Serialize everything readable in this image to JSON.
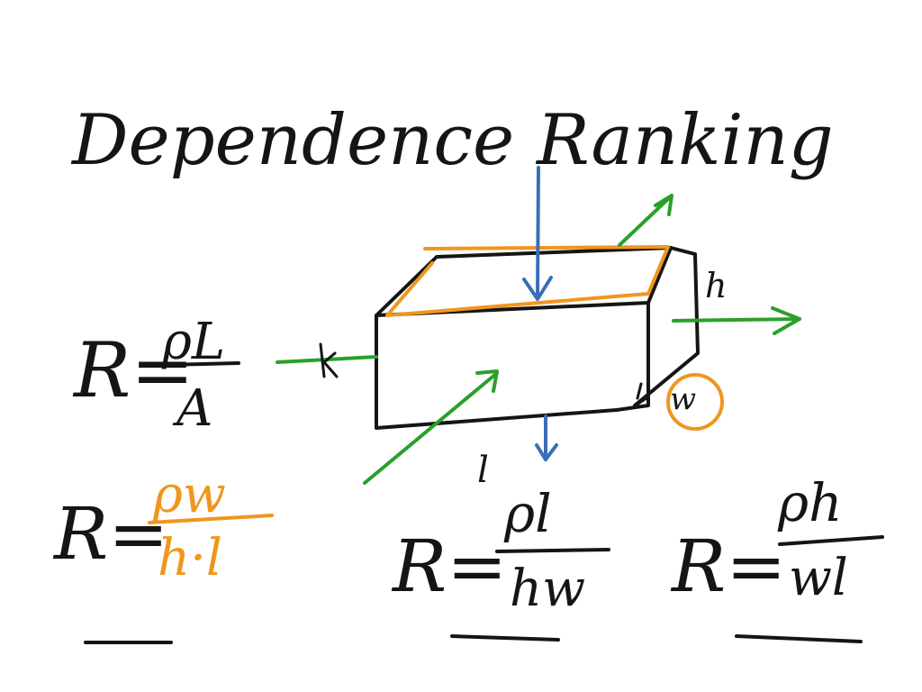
{
  "title": "Dependence Ranking",
  "colors": {
    "ink": "#151515",
    "orange": "#f0961e",
    "green": "#2aa02a",
    "blue": "#3a6fb8"
  },
  "labels": {
    "length": "l",
    "height": "h",
    "width": "w"
  },
  "formulas": {
    "general": {
      "lhs": "R=",
      "num": "ρL",
      "den": "A"
    },
    "option1": {
      "lhs": "R=",
      "num": "ρw",
      "den": "h·l"
    },
    "option2": {
      "lhs": "R=",
      "num": "ρl",
      "den": "hw"
    },
    "option3": {
      "lhs": "R=",
      "num": "ρh",
      "den": "wl"
    }
  }
}
